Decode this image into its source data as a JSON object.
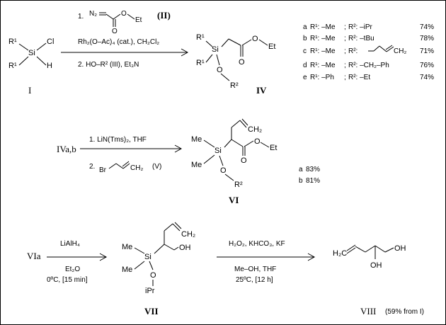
{
  "reaction1": {
    "reactant_label": "I",
    "reagent_step1_num": "1.",
    "reagent_step1_diazo": "N₂",
    "reagent_step1_ester_o": "O",
    "reagent_step1_ester_et": "Et",
    "reagent_step1_label": "(II)",
    "catalyst": "Rh₂(O–Ac)₄ (cat.), CH₂Cl₂",
    "reagent_step2": "2. HO–R² (III), Et₃N",
    "product_label": "IV",
    "results": [
      {
        "letter": "a",
        "r1": "R¹: –Me",
        "r2": "R²: –iPr",
        "yield": "74%"
      },
      {
        "letter": "b",
        "r1": "R¹: –Me",
        "r2": "R²: –tBu",
        "yield": "78%"
      },
      {
        "letter": "c",
        "r1": "R¹: –Me",
        "r2": "R²:",
        "yield": "71%"
      },
      {
        "letter": "d",
        "r1": "R¹: –Me",
        "r2": "R²: –CH₂–Ph",
        "yield": "76%"
      },
      {
        "letter": "e",
        "r1": "R¹: –Ph",
        "r2": "R²: –Et",
        "yield": "74%"
      }
    ]
  },
  "reaction2": {
    "reactant_label": "IVa,b",
    "step1": "1. LiN(Tms)₂, THF",
    "step2": "2.",
    "step2_br": "Br",
    "step2_tail": "(V)",
    "product_label": "VI",
    "results": [
      {
        "letter": "a",
        "yield": "83%"
      },
      {
        "letter": "b",
        "yield": "81%"
      }
    ]
  },
  "reaction3": {
    "reactant_label": "VIa",
    "reagent_top": "LiAlH₄",
    "reagent_mid": "Et₂O",
    "conditions": "0ºC, [15 min]",
    "product_label": "VII"
  },
  "reaction4": {
    "reagent_top": "H₂O₂, KHCO₃, KF",
    "reagent_mid": "Me–OH, THF",
    "conditions": "25ºC, [12 h]",
    "product_label": "VIII",
    "product_note": "(59% from I)"
  },
  "atoms": {
    "si": "Si",
    "r1": "R¹",
    "cl": "Cl",
    "h": "H",
    "o": "O",
    "et": "Et",
    "r2": "R²",
    "me": "Me",
    "ch2": "CH₂",
    "oh": "OH",
    "ipr": "iPr",
    "h2c": "H₂C"
  }
}
